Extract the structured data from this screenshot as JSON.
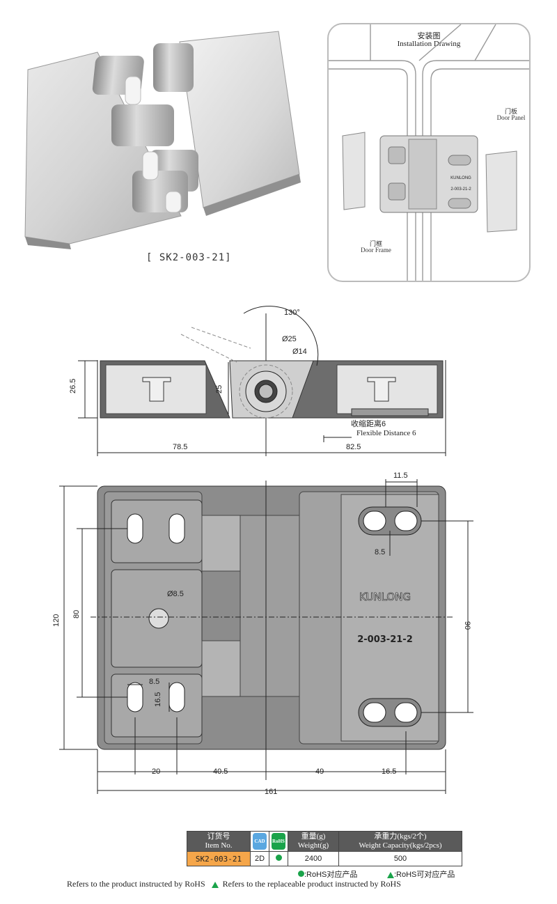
{
  "photo": {
    "caption": "[ SK2-003-21]"
  },
  "installation": {
    "title_cn": "安装图",
    "title_en": "Installation Drawing",
    "door_panel_cn": "门板",
    "door_panel_en": "Door Panel",
    "door_frame_cn": "门框",
    "door_frame_en": "Door Frame",
    "part_brand": "KUNLONG",
    "part_code": "2-003-21-2"
  },
  "side_view": {
    "angle": "130°",
    "dia_outer": "Ø25",
    "dia_inner": "Ø14",
    "height": "26.5",
    "inner_height": "25",
    "left_width": "78.5",
    "right_width": "82.5",
    "flex_cn": "收缩距离6",
    "flex_en": "Flexible Distance 6"
  },
  "front_view": {
    "slot_pitch": "11.5",
    "slot_width_right": "8.5",
    "hole_dia": "Ø8.5",
    "slot_width_left": "8.5",
    "slot_length": "16.5",
    "height_total": "120",
    "height_left": "80",
    "height_right": "90",
    "brand": "KUNLONG",
    "code": "2-003-21-2",
    "w1": "20",
    "w2": "40.5",
    "w3": "49",
    "w4": "16.5",
    "width_total": "161"
  },
  "order_table": {
    "col_item_cn": "订货号",
    "col_item_en": "Item No.",
    "cad_badge": "CAD",
    "rohs_badge": "RoHS",
    "col_weight_cn": "重量(g)",
    "col_weight_en": "Weight(g)",
    "col_capacity_cn": "承重力(kgs/2个)",
    "col_capacity_en": "Weight Capacity(kgs/2pcs)",
    "row": {
      "item": "SK2-003-21",
      "cad": "2D",
      "weight": "2400",
      "capacity": "500"
    }
  },
  "legend": {
    "dot_text": ":RoHS对应产品",
    "tri_text": ":RoHS可对应产品",
    "foot_dot": "Refers to the product instructed by RoHS",
    "foot_tri": "Refers to the replaceable product instructed by RoHS"
  },
  "colors": {
    "accent": "#f5a64a",
    "rohs_green": "#1aa34a",
    "cad_blue": "#5aa7e0",
    "header_gray": "#5a5a5a"
  }
}
